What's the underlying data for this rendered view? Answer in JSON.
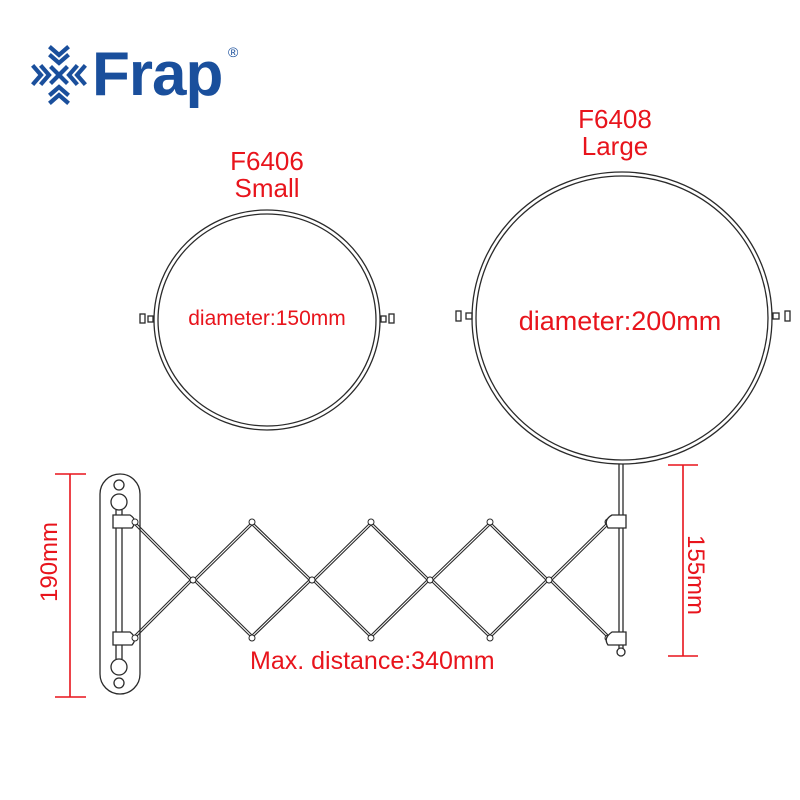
{
  "brand": {
    "name": "Frap",
    "registered_mark": "®",
    "color": "#1a4f9c",
    "icon": "snowflake-arrows-icon"
  },
  "colors": {
    "annotation": "#e8141c",
    "line": "#2a2a2a"
  },
  "mirrors": [
    {
      "model": "F6406",
      "size": "Small",
      "diameter_label": "diameter:150mm"
    },
    {
      "model": "F6408",
      "size": "Large",
      "diameter_label": "diameter:200mm"
    }
  ],
  "dimensions": {
    "wall_plate_height": "190mm",
    "arm_height": "155mm",
    "max_distance": "Max. distance:340mm"
  }
}
